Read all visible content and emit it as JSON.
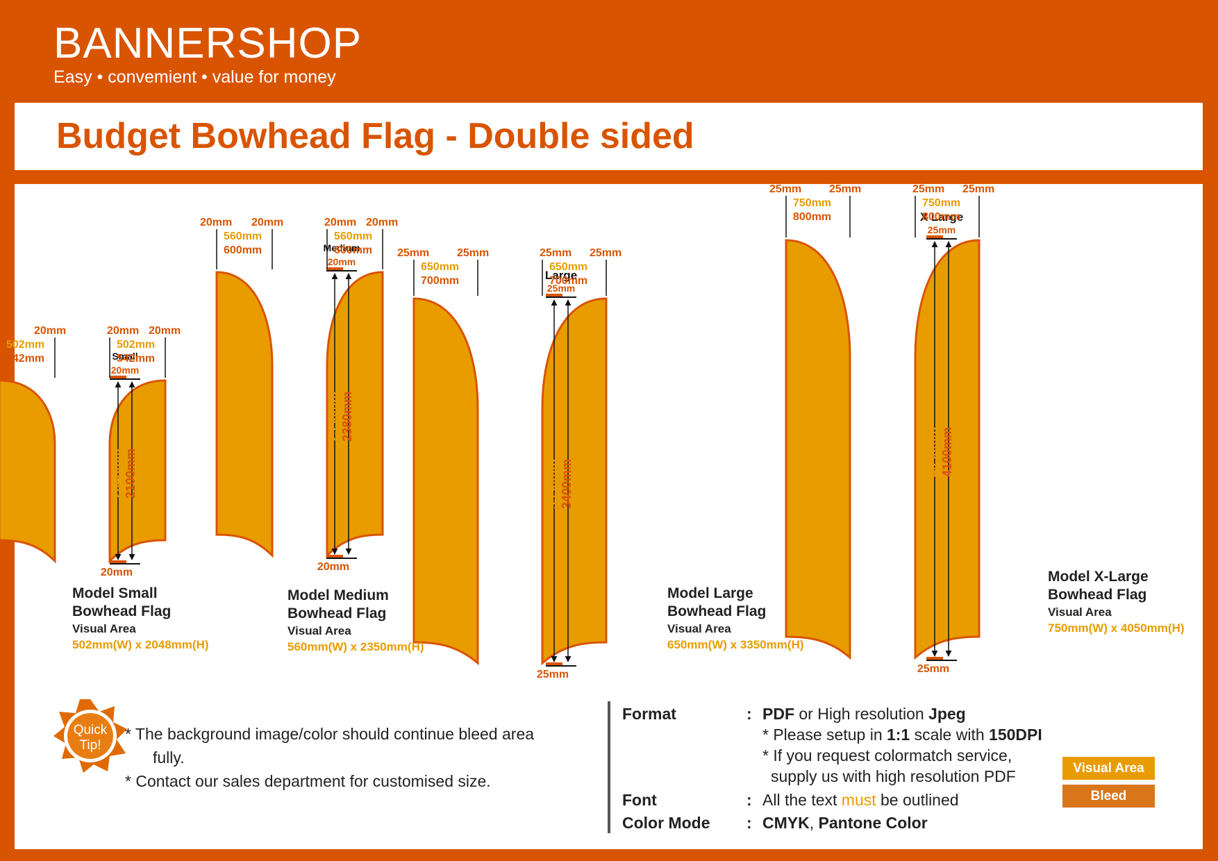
{
  "brand": {
    "name": "BANNERSHOP",
    "tagline": "Easy • convemient • value for money"
  },
  "page_title": "Budget Bowhead Flag - Double sided",
  "colors": {
    "background": "#d95400",
    "flag_fill": "#e89c00",
    "flag_stroke": "#d95400",
    "visual_area": "#e89c00",
    "bleed": "#d9761a",
    "dim_orange": "#e89c00",
    "dim_red": "#d95400"
  },
  "models": [
    {
      "key": "small",
      "size_label": "Small",
      "bleed_width_label": "20mm",
      "width_visual": "502mm",
      "width_total": "542mm",
      "height_visual": "2048mm",
      "height_total": "2100mm",
      "top_pole": "20mm",
      "bottom_pole": "20mm",
      "name_line1": "Model Small",
      "name_line2": "Bowhead Flag",
      "visual_area_label": "Visual Area",
      "visual_area_dims": "502mm(W) x 2048mm(H)"
    },
    {
      "key": "medium",
      "size_label": "Medium",
      "bleed_width_label": "20mm",
      "width_visual": "560mm",
      "width_total": "600mm",
      "height_visual": "2350mm",
      "height_total": "2380mm",
      "top_pole": "20mm",
      "bottom_pole": "20mm",
      "name_line1": "Model Medium",
      "name_line2": "Bowhead Flag",
      "visual_area_label": "Visual Area",
      "visual_area_dims": "560mm(W) x 2350mm(H)"
    },
    {
      "key": "large",
      "size_label": "Large",
      "bleed_width_label": "25mm",
      "width_visual": "650mm",
      "width_total": "700mm",
      "height_visual": "3350mm",
      "height_total": "3400mm",
      "top_pole": "25mm",
      "bottom_pole": "25mm",
      "name_line1": "Model Large",
      "name_line2": "Bowhead Flag",
      "visual_area_label": "Visual Area",
      "visual_area_dims": "650mm(W) x 3350mm(H)"
    },
    {
      "key": "xlarge",
      "size_label": "X Large",
      "bleed_width_label": "25mm",
      "width_visual": "750mm",
      "width_total": "800mm",
      "height_visual": "4050mm",
      "height_total": "4100mm",
      "top_pole": "25mm",
      "bottom_pole": "25mm",
      "name_line1": "Model X-Large",
      "name_line2": "Bowhead Flag",
      "visual_area_label": "Visual Area",
      "visual_area_dims": "750mm(W) x 4050mm(H)"
    }
  ],
  "quick_tip": {
    "badge_line1": "Quick",
    "badge_line2": "Tip!",
    "line1": "* The background image/color should continue bleed  area",
    "line2": "fully.",
    "line3": "* Contact our sales department for customised size."
  },
  "specs": {
    "format_label": "Format",
    "colon": ":",
    "format_a": "PDF",
    "format_b": " or High resolution ",
    "format_c": "Jpeg",
    "setup_a": "* Please setup in ",
    "setup_b": "1:1",
    "setup_c": " scale with ",
    "setup_d": "150DPI",
    "colormatch_line1": "* If you request colormatch service,",
    "colormatch_line2": "supply us with high resolution PDF",
    "font_label": "Font",
    "font_a": "All the text ",
    "font_b": "must",
    "font_c": " be outlined",
    "color_label": "Color Mode",
    "color_a": "CMYK",
    "color_b": ", ",
    "color_c": "Pantone Color"
  },
  "legend": {
    "visual_area": "Visual Area",
    "bleed": "Bleed"
  }
}
